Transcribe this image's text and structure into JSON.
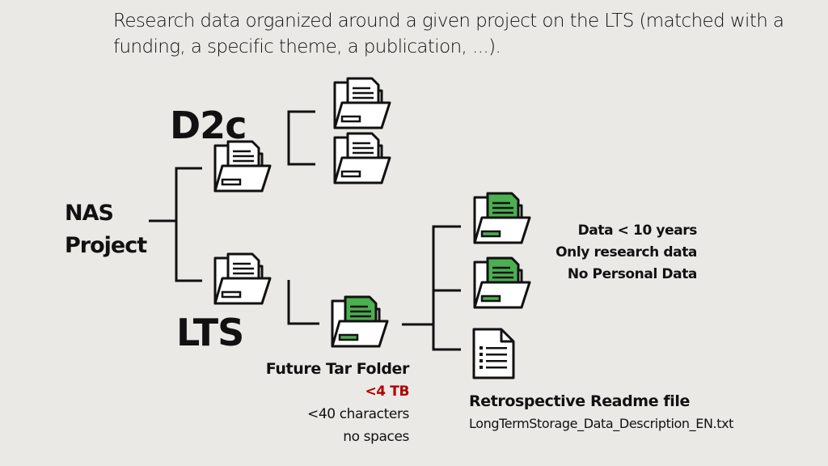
{
  "caption": "Research data organized around a given project on the LTS (matched with a funding, a specific theme, a publication, ...).",
  "labels": {
    "nas_line1": "NAS",
    "nas_line2": "Project",
    "d2c": "D2c",
    "lts": "LTS"
  },
  "rules": {
    "line1": "Data < 10 years",
    "line2": "Only research data",
    "line3": "No Personal Data"
  },
  "tar_folder": {
    "title": "Future Tar Folder",
    "size_limit": "<4 TB",
    "name_length": "<40 characters",
    "name_spaces": "no spaces"
  },
  "readme": {
    "title": "Retrospective Readme file",
    "filename": "LongTermStorage_Data_Description_EN.txt"
  },
  "icons": {
    "folder": "folder-with-document-icon",
    "folder_green": "folder-with-green-document-icon",
    "file": "text-document-icon"
  },
  "colors": {
    "background": "#ebe9e6",
    "accent_green": "#4caf50",
    "accent_red": "#b00000"
  }
}
